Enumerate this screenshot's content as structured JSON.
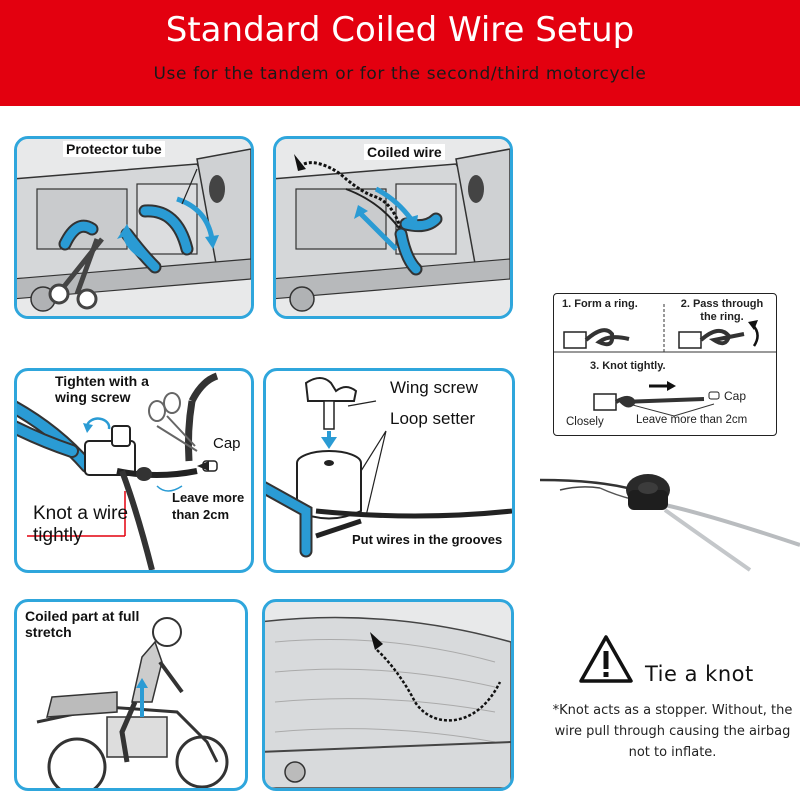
{
  "header": {
    "title": "Standard Coiled Wire Setup",
    "subtitle": "Use for the tandem or for the second/third motorcycle"
  },
  "panels": {
    "p1": {
      "label": "Protector tube"
    },
    "p2": {
      "label": "Coiled wire"
    },
    "p3": {
      "tighten": "Tighten with a wing screw",
      "cap": "Cap",
      "leave": "Leave more than 2cm",
      "knot": "Knot a wire tightly"
    },
    "p4": {
      "wing_screw": "Wing screw",
      "loop_setter": "Loop setter",
      "grooves": "Put wires in the grooves"
    },
    "p5": {
      "label": "Coiled part at full stretch"
    }
  },
  "inset": {
    "step1": "1. Form a ring.",
    "step2": "2. Pass through the ring.",
    "step3": "3. Knot tightly.",
    "cap": "Cap",
    "closely": "Closely",
    "leave": "Leave more than 2cm"
  },
  "warning": {
    "icon": "warning-icon",
    "title": "Tie a knot",
    "note": "*Knot acts as a stopper. Without, the wire pull through causing the airbag not to inflate."
  },
  "colors": {
    "brand_red": "#e3000f",
    "accent_blue": "#2fa6dc"
  }
}
